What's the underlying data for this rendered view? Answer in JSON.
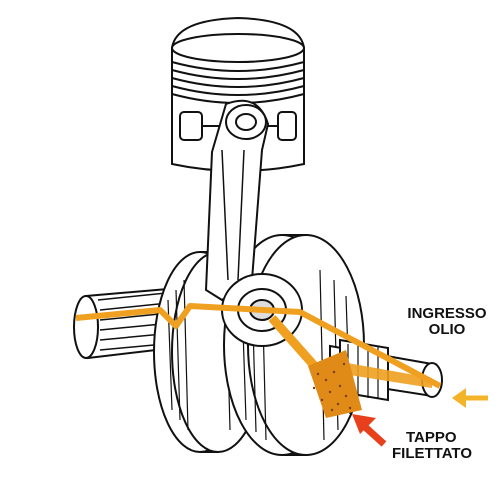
{
  "labels": {
    "oil_inlet": {
      "line1": "INGRESSO",
      "line2": "OLIO"
    },
    "threaded_plug": {
      "line1": "TAPPO",
      "line2": "FILETTATO"
    }
  },
  "colors": {
    "oil_path": "#f0a020",
    "oil_arrow": "#f4b42a",
    "plug_arrow": "#e8401c",
    "ink": "#111111"
  },
  "icons": {
    "oil_inlet_arrow": "arrow-left-icon",
    "plug_pointer_arrow": "arrow-up-left-icon"
  }
}
